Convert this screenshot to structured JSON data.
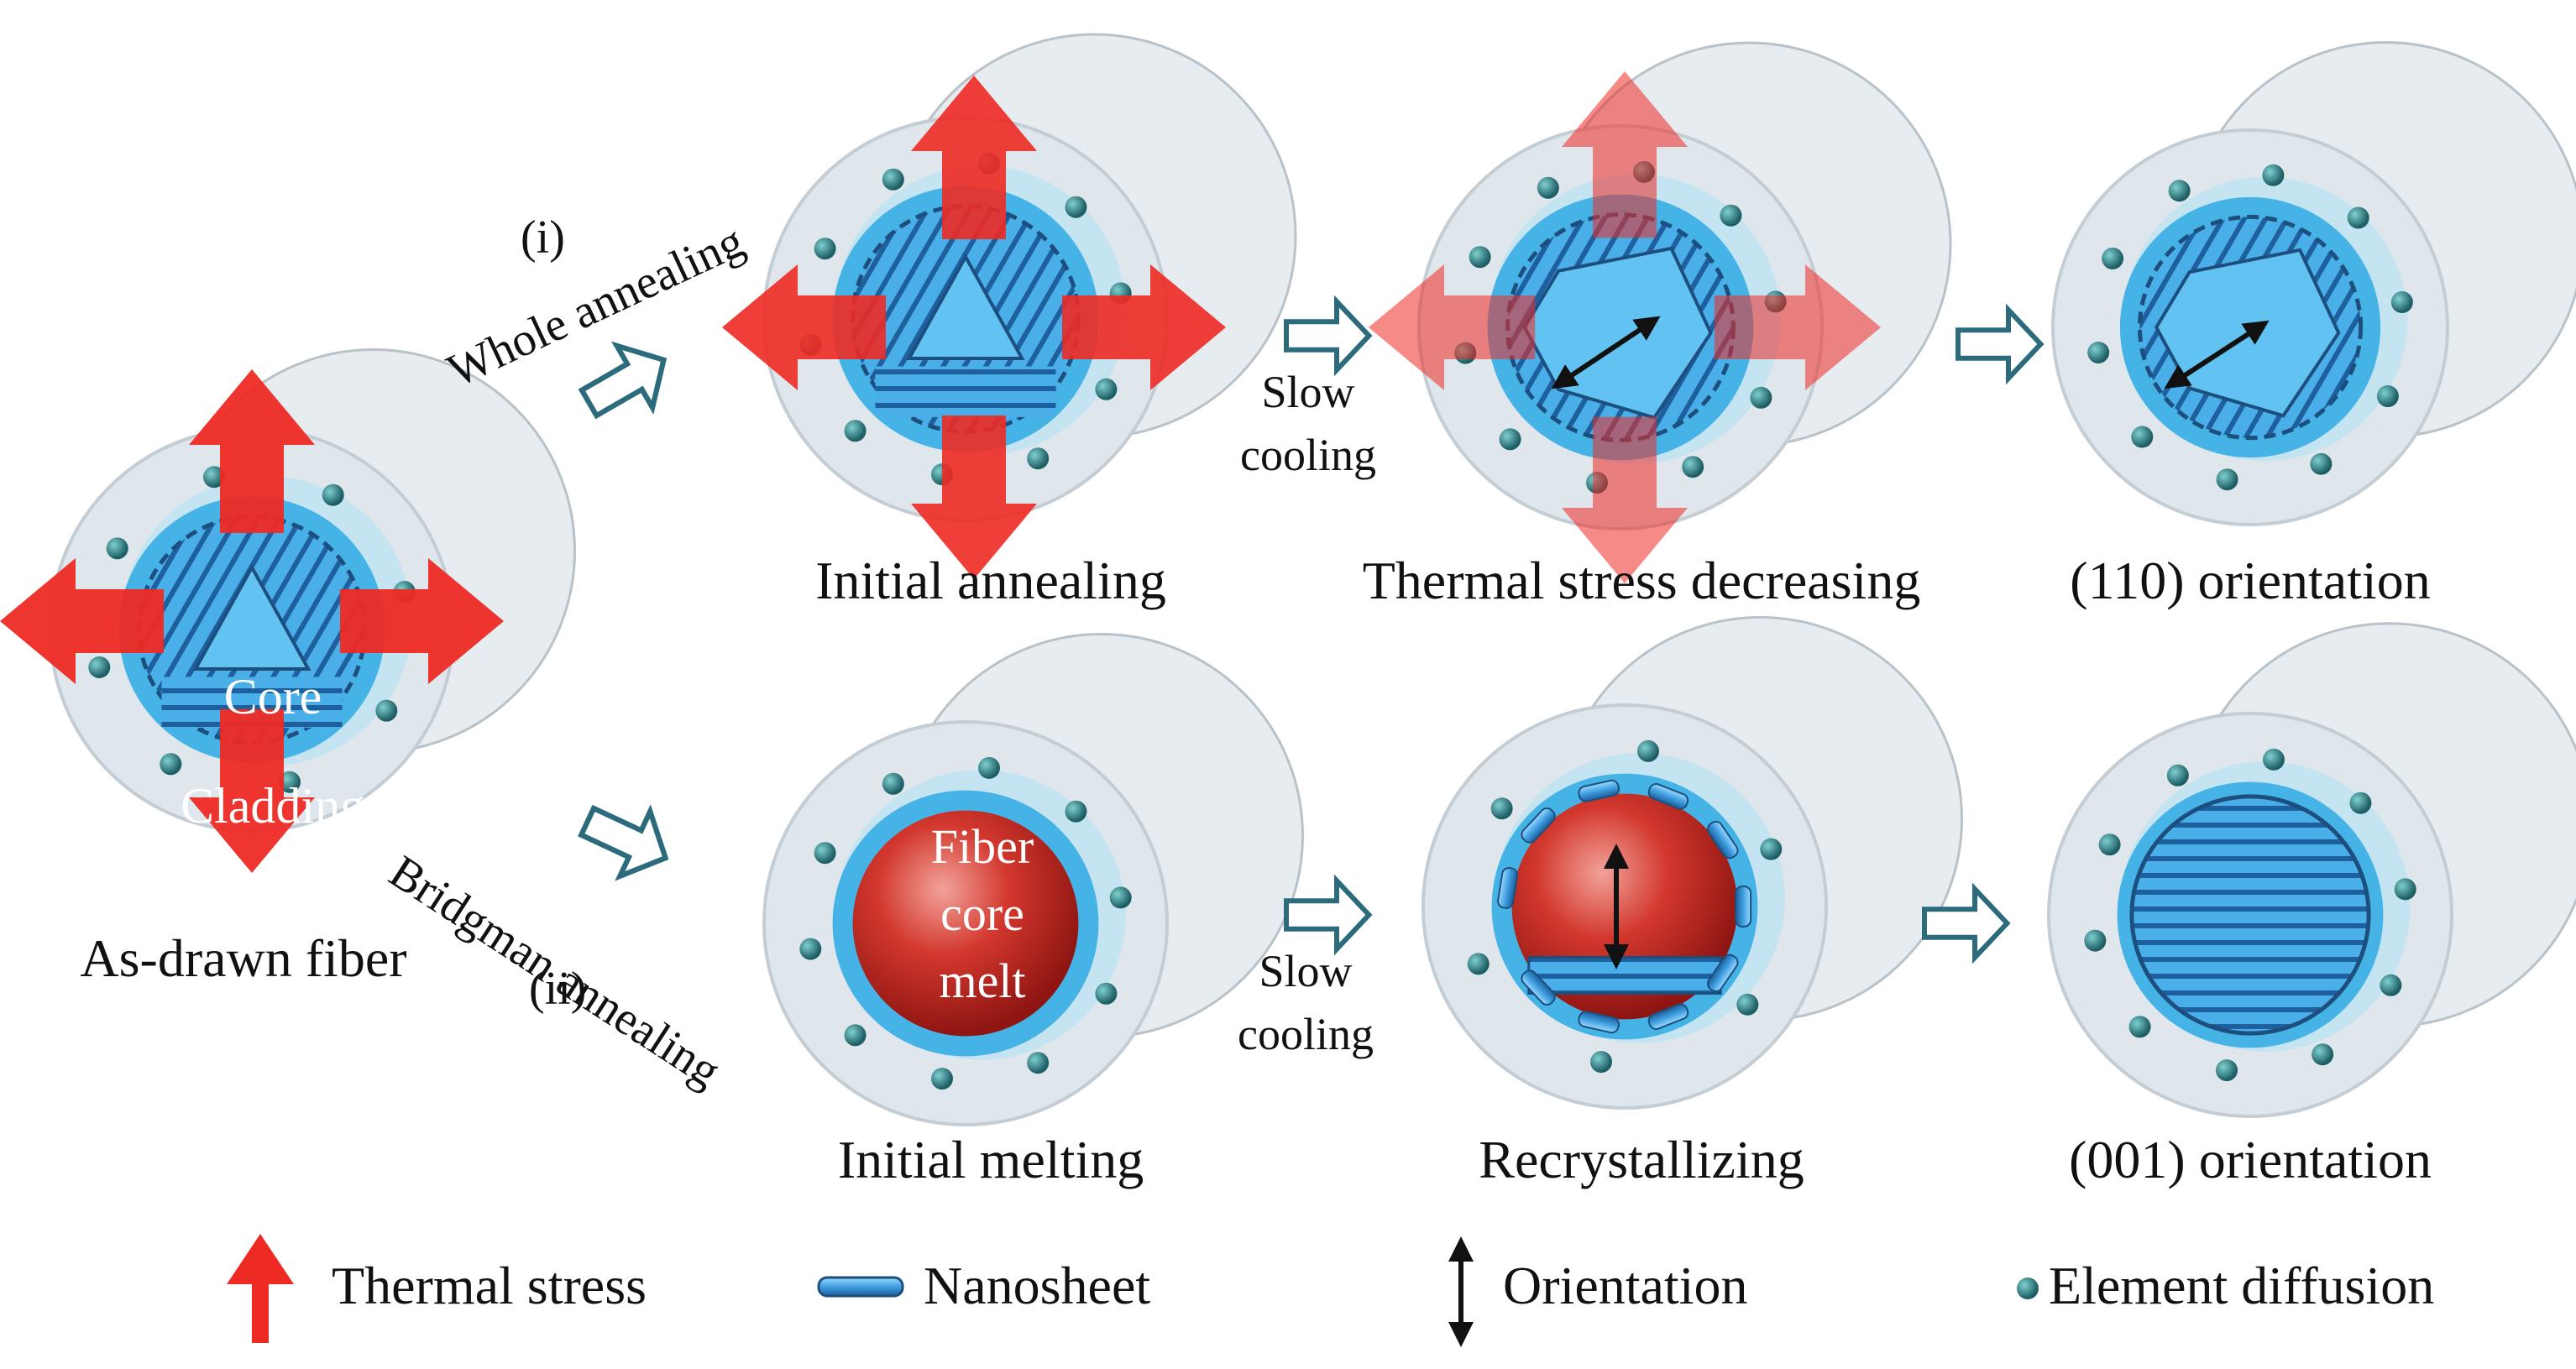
{
  "colors": {
    "cladding_outer": "#c9d2d8",
    "cladding_inner": "#dfe7ec",
    "core_ring": "#45b3e6",
    "nanosheet": "#3f9ee0",
    "melt": "#c8231e",
    "stress_arrow": "#ee2a24",
    "process_arrow": "#2b6b7c",
    "diffusion_dot": "#2d7f86"
  },
  "labels": {
    "as_drawn": "As-drawn fiber",
    "core": "Core",
    "cladding": "Cladding",
    "route_i_num": "(i)",
    "route_i_name": "Whole annealing",
    "route_ii_name": "Bridgman annealing",
    "route_ii_num": "(ii)",
    "slow1_a": "Slow",
    "slow1_b": "cooling",
    "slow2_a": "Slow",
    "slow2_b": "cooling",
    "melt_1": "Fiber",
    "melt_2": "core",
    "melt_3": "melt"
  },
  "stages": {
    "initial_annealing": "Initial annealing",
    "stress_decreasing": "Thermal stress decreasing",
    "orient_110": "(110) orientation",
    "initial_melting": "Initial melting",
    "recrystallizing": "Recrystallizing",
    "orient_001": "(001) orientation"
  },
  "legend": {
    "thermal_stress": "Thermal stress",
    "nanosheet": "Nanosheet",
    "orientation": "Orientation",
    "element_diffusion": "Element diffusion"
  }
}
